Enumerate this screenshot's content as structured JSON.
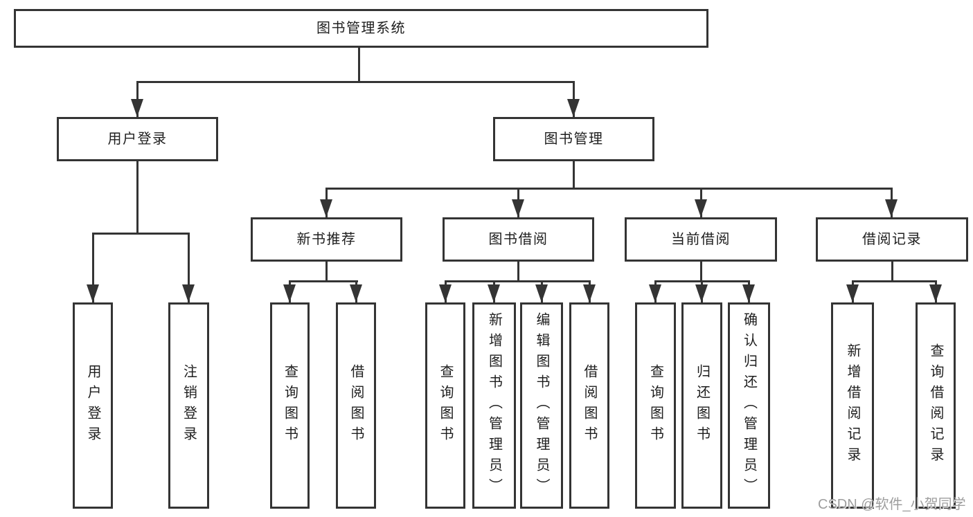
{
  "colors": {
    "line": "#343434",
    "text": "#1e1e1e",
    "background": "#ffffff",
    "watermark": "#9e9e9e"
  },
  "watermark": {
    "text": "CSDN @软件_小贺同学"
  },
  "chart_type": "hierarchy-diagram",
  "tree": {
    "label": "图书管理系统",
    "children": [
      {
        "label": "用户登录",
        "children": [
          {
            "label": "用户登录"
          },
          {
            "label": "注销登录"
          }
        ]
      },
      {
        "label": "图书管理",
        "children": [
          {
            "label": "新书推荐",
            "children": [
              {
                "label": "查询图书"
              },
              {
                "label": "借阅图书"
              }
            ]
          },
          {
            "label": "图书借阅",
            "children": [
              {
                "label": "查询图书"
              },
              {
                "label": "新增图书（管理员）"
              },
              {
                "label": "编辑图书（管理员）"
              },
              {
                "label": "借阅图书"
              }
            ]
          },
          {
            "label": "当前借阅",
            "children": [
              {
                "label": "查询图书"
              },
              {
                "label": "归还图书"
              },
              {
                "label": "确认归还（管理员）"
              }
            ]
          },
          {
            "label": "借阅记录",
            "children": [
              {
                "label": "新增借阅记录"
              },
              {
                "label": "查询借阅记录"
              }
            ]
          }
        ]
      }
    ]
  }
}
